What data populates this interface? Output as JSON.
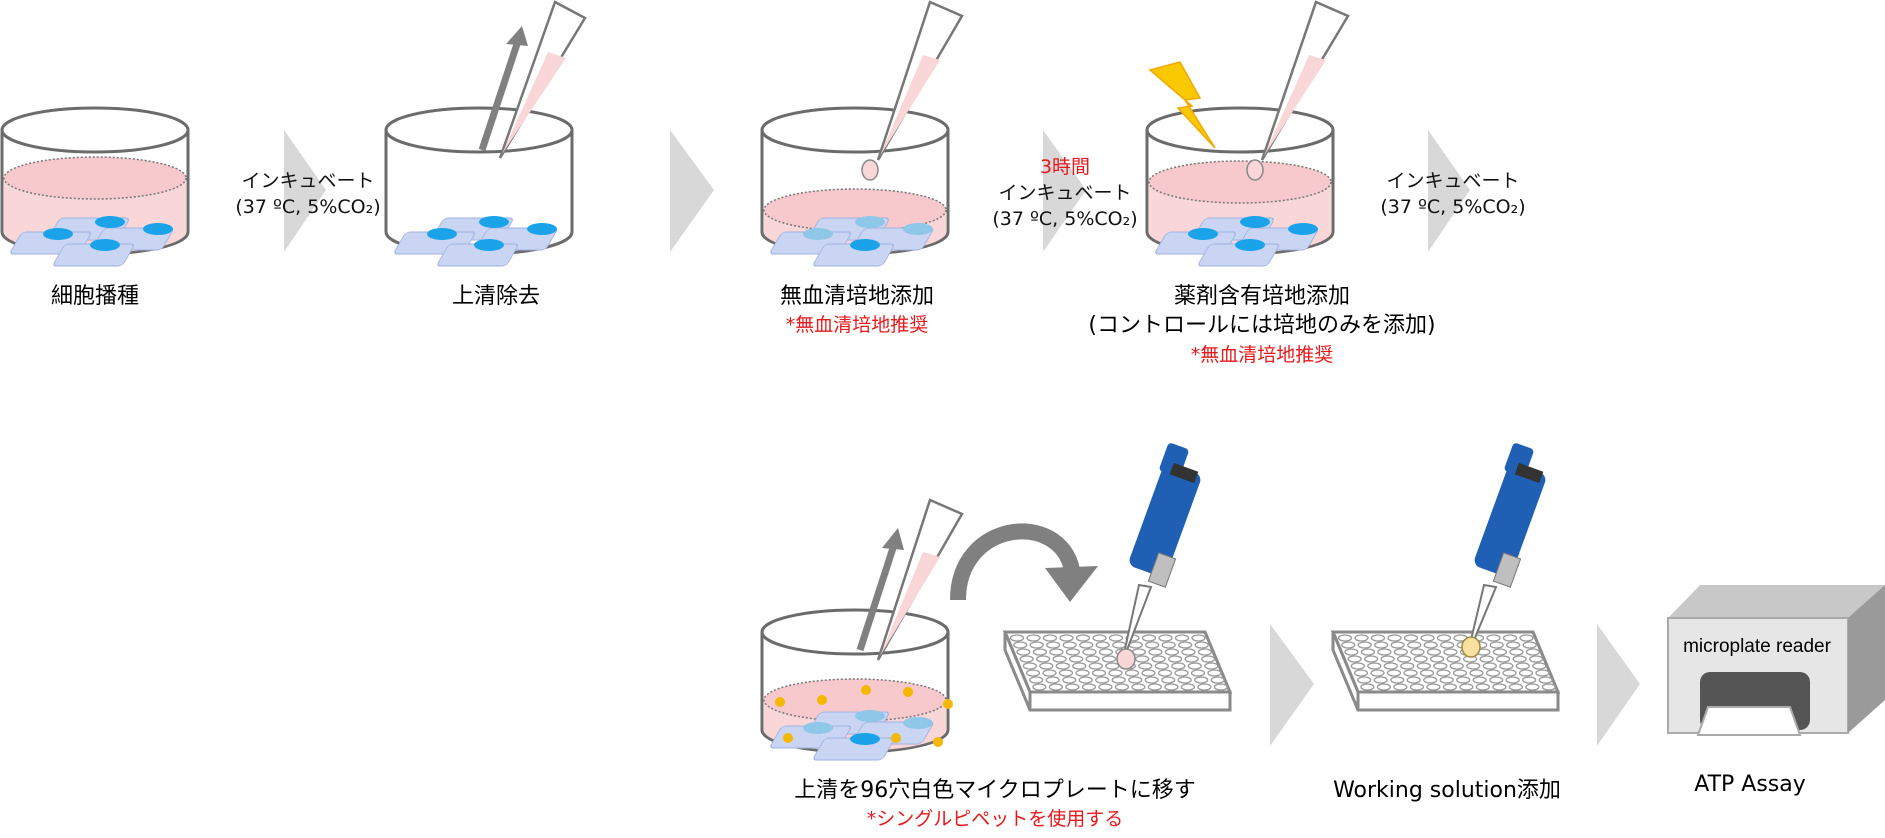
{
  "steps": [
    {
      "label": "細胞播種"
    },
    {
      "label": "上清除去"
    },
    {
      "label": "無血清培地添加",
      "note": "*無血清培地推奨"
    },
    {
      "label": "薬剤含有培地添加",
      "label2": "(コントロールには培地のみを添加)",
      "note": "*無血清培地推奨"
    },
    {
      "label": "上清を96穴白色マイクロプレートに移す",
      "note": "*シングルピペットを使用する"
    },
    {
      "label": "Working solution添加"
    },
    {
      "label": "ATP Assay"
    }
  ],
  "incubations": [
    {
      "line1": "インキュベート",
      "line2": "(37 ºC, 5%CO₂)"
    },
    {
      "highlight": "3時間",
      "line1": "インキュベート",
      "line2": "(37 ºC, 5%CO₂)"
    },
    {
      "line1": "インキュベート",
      "line2": "(37 ºC, 5%CO₂)"
    }
  ],
  "reader": {
    "label": "microplate reader"
  },
  "colors": {
    "medium": "#f9d6d8",
    "cell": "#c9d5f2",
    "nucleus": "#1aa3e8",
    "arrow_chevron": "#d8d8d8",
    "pipette_blue": "#1f5fb4",
    "lightning": "#f9c800",
    "note_red": "#e8191c"
  }
}
